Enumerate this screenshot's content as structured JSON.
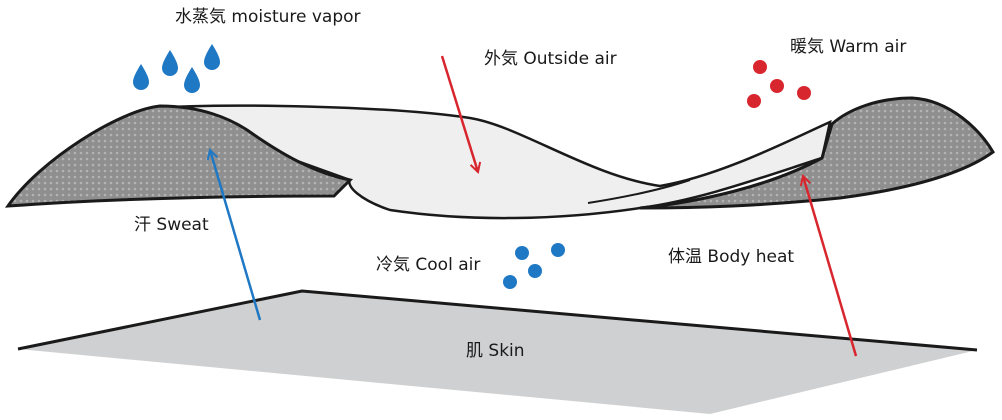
{
  "labels": {
    "moisture_vapor": "水蒸気 moisture vapor",
    "outside_air": "外気 Outside air",
    "warm_air": "暖気 Warm air",
    "sweat": "汗 Sweat",
    "cool_air": "冷気 Cool air",
    "body_heat": "体温 Body heat",
    "skin": "肌 Skin"
  },
  "colors": {
    "blue": "#1f78c4",
    "red": "#d8262e",
    "fabric_gray": "#8f8f8f",
    "fabric_light": "#efefef",
    "skin_gray": "#cfd0d1",
    "outline": "#1a1a1a"
  },
  "icons": {
    "water_drops": "water-drop-icon",
    "warm_air_particles": "warm-air-dot-icon",
    "cool_air_particles": "cool-air-dot-icon"
  }
}
